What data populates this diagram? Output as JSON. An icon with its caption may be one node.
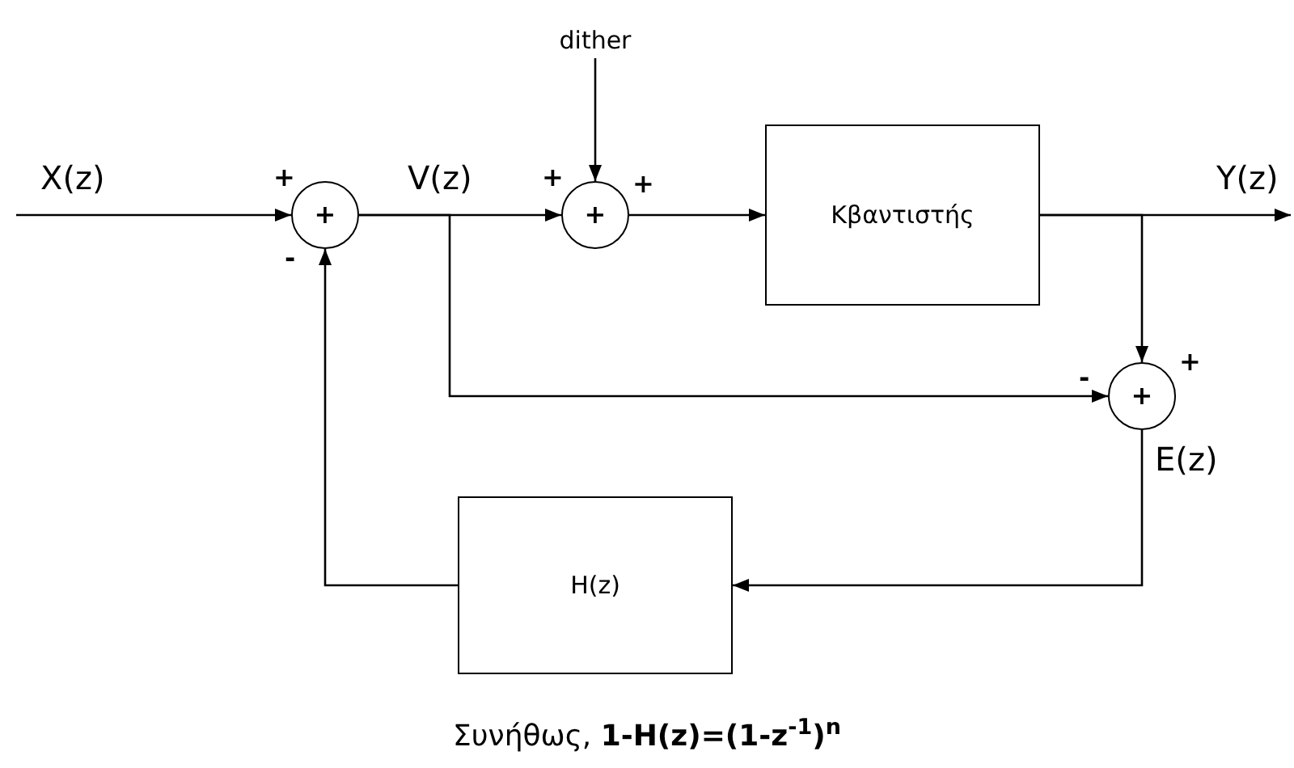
{
  "diagram": {
    "caption": "Συνήθως, **1-H(z)=(1-z$^{-1}$)$^{n}$**",
    "nodes": [
      {
        "text": [
          "+"
        ],
        "beside": [
          "+",
          "-"
        ]
      },
      {
        "text": [
          "dither"
        ]
      },
      {
        "text": [
          "+"
        ],
        "beside": [
          "+",
          "+"
        ]
      },
      {
        "text": [
          "Κβαντιστής"
        ]
      },
      {
        "text": [
          "+"
        ],
        "beside": [
          "-",
          "+"
        ]
      },
      {
        "text": [
          "H(z)"
        ]
      }
    ],
    "edges": [
      {
        "from": null,
        "to": 0,
        "arrow": "to",
        "label": "X(z)"
      },
      {
        "from": 0,
        "to": 2,
        "arrow": "to",
        "label": "V(z)"
      },
      {
        "from": 1,
        "to": 2,
        "arrow": "to"
      },
      {
        "from": 2,
        "to": 3,
        "arrow": "to"
      },
      {
        "from": 3,
        "to": null,
        "arrow": "to",
        "label": "Y(z)"
      },
      {
        "from": 3,
        "to": 4,
        "arrow": "to"
      },
      {
        "from": 0,
        "to": 4,
        "arrow": "to"
      },
      {
        "from": 4,
        "to": 5,
        "arrow": "to",
        "label": "E(z)"
      },
      {
        "from": 5,
        "to": 0,
        "arrow": "to"
      }
    ]
  }
}
